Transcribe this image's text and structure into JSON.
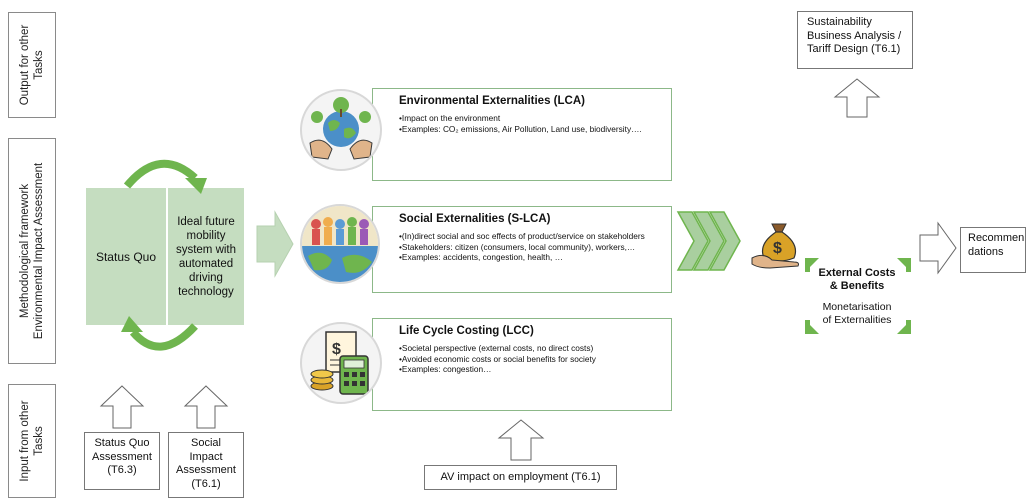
{
  "side_labels": {
    "output": [
      "Output for other",
      "Tasks"
    ],
    "method": [
      "Methodological framework",
      "Environmental Impact Assessment"
    ],
    "input": [
      "Input from other",
      "Tasks"
    ]
  },
  "status_quo": {
    "left_label": "Status Quo",
    "right_label": [
      "Ideal future",
      "mobility",
      "system with",
      "automated",
      "driving",
      "technology"
    ]
  },
  "inputs": {
    "sq_assessment": [
      "Status Quo",
      "Assessment",
      "(T6.3)"
    ],
    "sia": [
      "Social",
      "Impact",
      "Assessment",
      "(T6.1)"
    ],
    "av_impact": "AV impact on employment (T6.1)"
  },
  "externalities": [
    {
      "title": "Environmental Externalities (LCA)",
      "bullets": [
        "Impact on the environment",
        "Examples: CO₂ emissions, Air Pollution, Land use, biodiversity…."
      ]
    },
    {
      "title": "Social Externalities (S-LCA)",
      "bullets": [
        "(In)direct social and soc effects of product/service on stakeholders",
        "Stakeholders: citizen (consumers, local community), workers,…",
        "Examples: accidents, congestion, health,  …"
      ]
    },
    {
      "title": "Life Cycle Costing (LCC)",
      "bullets": [
        "Societal perspective (external costs, no direct costs)",
        "Avoided economic costs or social benefits for society",
        "Examples: congestion…"
      ]
    }
  ],
  "output_box": [
    "Sustainability",
    "Business Analysis /",
    "Tariff Design (T6.1)"
  ],
  "external_costs": {
    "title": [
      "External Costs",
      "& Benefits"
    ],
    "subtitle": [
      "Monetarisation",
      "of Externalities"
    ]
  },
  "recommendations": [
    "Recommen",
    "dations"
  ],
  "colors": {
    "green_light": "#c5ddc0",
    "green_arrow": "#6fb54e",
    "border_green": "#8cb888",
    "gold": "#d9a227"
  },
  "icons": [
    "environment-icon",
    "people-icon",
    "costing-icon",
    "money-bag-icon"
  ]
}
